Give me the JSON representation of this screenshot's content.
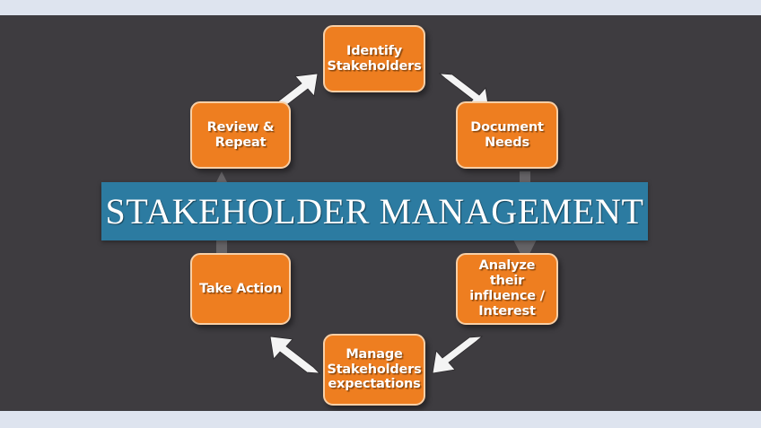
{
  "page": {
    "title": "STAKEHOLDER MANAGEMENT",
    "background_color": "#3e3c40",
    "outer_band_color": "#dee4ef"
  },
  "banner": {
    "text": "STAKEHOLDER MANAGEMENT",
    "fill_color": "#2c7ba1",
    "text_color": "#ffffff"
  },
  "colors": {
    "node_fill": "#ee7e20",
    "node_border": "#f7cfa6",
    "node_text": "#ffffff",
    "arrow": "#ffffff",
    "stage": "#3e3c40"
  },
  "diagram": {
    "type": "cycle",
    "node_count": 6,
    "nodes": [
      {
        "id": "identify",
        "label": "Identify\nStakeholders",
        "order": 1
      },
      {
        "id": "document",
        "label": "Document\nNeeds",
        "order": 2
      },
      {
        "id": "analyze",
        "label": "Analyze their\ninfluence /\nInterest",
        "order": 3
      },
      {
        "id": "manage",
        "label": "Manage\nStakeholders\nexpectations",
        "order": 4
      },
      {
        "id": "take",
        "label": "Take Action",
        "order": 5
      },
      {
        "id": "review",
        "label": "Review &\nRepeat",
        "order": 6
      }
    ],
    "connections": [
      {
        "from": "review",
        "to": "identify",
        "direction": "up-right"
      },
      {
        "from": "identify",
        "to": "document",
        "direction": "down-right"
      },
      {
        "from": "analyze",
        "to": "manage",
        "direction": "down-left"
      },
      {
        "from": "manage",
        "to": "take",
        "direction": "up-left"
      }
    ],
    "background_arrows": [
      {
        "id": "ghost-left",
        "direction": "up"
      },
      {
        "id": "ghost-right",
        "direction": "down"
      }
    ]
  }
}
